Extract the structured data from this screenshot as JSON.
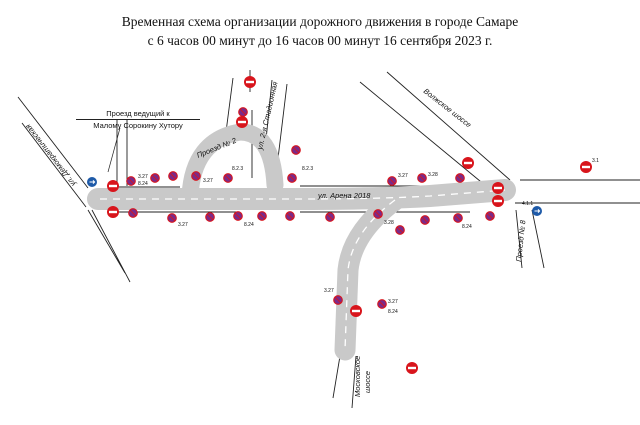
{
  "title": {
    "line1": "Временная схема организации дорожного движения в городе Самаре",
    "line2": "с 6 часов 00 минут до 16 часов 00 минут 16 сентября 2023 г."
  },
  "streets": {
    "arena": "ул. Арена 2018",
    "stadionnaya": "ул. 2-я Стадионная",
    "proezd2": "Проезд № 2",
    "demokraticheskaya": "ул. Демократическая",
    "volzhskoe": "Волжское шоссе",
    "proezd8": "Проезд № 8",
    "moskovskoe1": "Московское",
    "moskovskoe2": "шоссе"
  },
  "note": {
    "line1": "Проезд ведущий к",
    "line2": "Малому Сорокину Хутору"
  },
  "sign_codes": [
    "3.27",
    "3.28",
    "8.24",
    "8.2.3",
    "3.1",
    "4.1.1"
  ],
  "colors": {
    "road": "#c9c9c9",
    "prohibition": "#d8151c",
    "no_parking": "#7a2a8a",
    "mandatory": "#1e5aa8"
  }
}
